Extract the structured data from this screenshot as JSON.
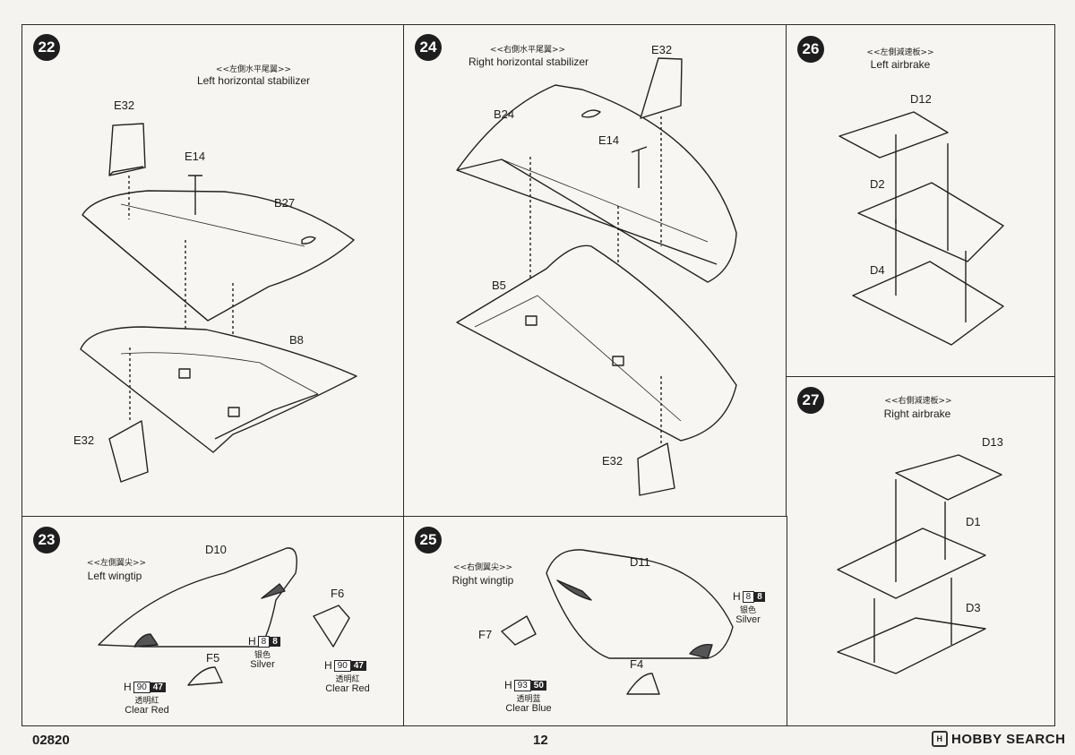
{
  "steps": {
    "s22": {
      "num": "22",
      "title_cn": "<<左側水平尾翼>>",
      "title_en": "Left horizontal stabilizer",
      "parts": {
        "e32a": "E32",
        "e14": "E14",
        "b27": "B27",
        "b8": "B8",
        "e32b": "E32"
      }
    },
    "s24": {
      "num": "24",
      "title_cn": "<<右側水平尾翼>>",
      "title_en": "Right horizontal stabilizer",
      "parts": {
        "e32a": "E32",
        "b24": "B24",
        "e14": "E14",
        "b5": "B5",
        "e32b": "E32"
      }
    },
    "s26": {
      "num": "26",
      "title_cn": "<<左側減速板>>",
      "title_en": "Left airbrake",
      "parts": {
        "d12": "D12",
        "d2": "D2",
        "d4": "D4"
      }
    },
    "s27": {
      "num": "27",
      "title_cn": "<<右側減速板>>",
      "title_en": "Right airbrake",
      "parts": {
        "d13": "D13",
        "d1": "D1",
        "d3": "D3"
      }
    },
    "s23": {
      "num": "23",
      "title_cn": "<<左側翼尖>>",
      "title_en": "Left wingtip",
      "parts": {
        "d10": "D10",
        "f6": "F6",
        "f5": "F5"
      },
      "paint": {
        "silver": {
          "h": "H",
          "code": "8",
          "code2": "8",
          "cn": "银色",
          "en": "Silver"
        },
        "red1": {
          "h": "H",
          "code": "90",
          "code2": "47",
          "cn": "透明紅",
          "en": "Clear Red"
        },
        "red2": {
          "h": "H",
          "code": "90",
          "code2": "47",
          "cn": "透明紅",
          "en": "Clear Red"
        }
      }
    },
    "s25": {
      "num": "25",
      "title_cn": "<<右側翼尖>>",
      "title_en": "Right wingtip",
      "parts": {
        "d11": "D11",
        "f7": "F7",
        "f4": "F4"
      },
      "paint": {
        "silver": {
          "h": "H",
          "code": "8",
          "code2": "8",
          "cn": "银色",
          "en": "Silver"
        },
        "blue": {
          "h": "H",
          "code": "93",
          "code2": "50",
          "cn": "透明蓝",
          "en": "Clear Blue"
        }
      }
    }
  },
  "footer": {
    "catalog": "02820",
    "page": "12",
    "watermark": "HOBBY SEARCH"
  }
}
